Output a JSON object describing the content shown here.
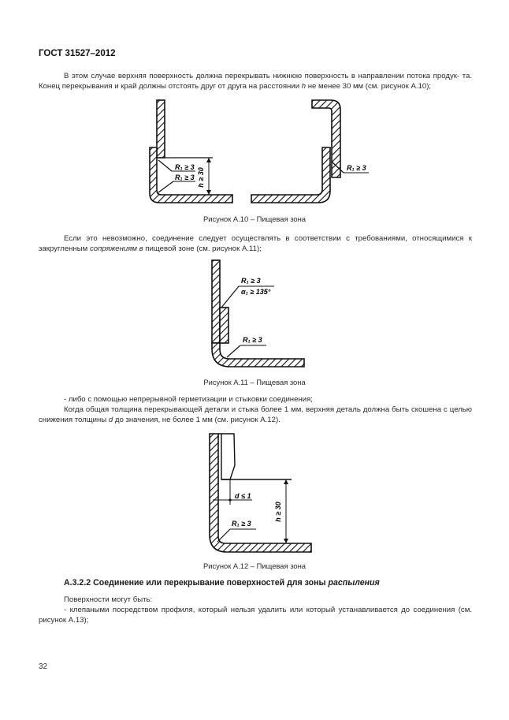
{
  "document": {
    "header": "ГОСТ 31527–2012",
    "page_number": "32"
  },
  "paragraphs": {
    "p1_line1": "В этом случае верхняя поверхность должна перекрывать нижнюю поверхность в направлении потока продук-",
    "p1_line2_a": "та. Конец перекрывания и край должны отстоять друг от друга на расстоянии ",
    "p1_line2_h": "h",
    "p1_line2_b": " не менее 30 мм (см. рисунок А.10);",
    "p2_a": "Если это невозможно, соединение следует осуществлять в соответствии с требованиями, относящимися к закругленным ",
    "p2_italic": "сопряжениям в",
    "p2_b": " пищевой зоне (см. рисунок А.11);",
    "p3": "- либо с помощью непрерывной герметизации и стыковки соединения;",
    "p4_a": "Когда общая толщина перекрывающей детали и стыка более 1 мм, верхняя деталь должна быть скошена с целью снижения толщины ",
    "p4_d": "d",
    "p4_b": " до значения, не более 1 мм (см. рисунок А.12).",
    "p5": "Поверхности могут быть:",
    "p6": "- клепаными посредством профиля, который нельзя удалить или  который устанавливается до соединения (см. рисунок А.13);"
  },
  "section": {
    "heading_a": "А.3.2.2 Соединение или перекрывание поверхностей для зоны ",
    "heading_italic": "распыления"
  },
  "figures": [
    {
      "id": "A.10",
      "caption": "Рисунок А.10 – Пищевая зона",
      "labels": {
        "r1_top": "R1 ≥ 3",
        "r1_bottom": "R1 ≥ 3",
        "h_dim": "h ≥ 30",
        "r1_right": "R1 ≥ 3"
      }
    },
    {
      "id": "A.11",
      "caption": "Рисунок А.11 – Пищевая зона",
      "labels": {
        "r1_top": "R1 ≥ 3",
        "alpha": "α1 ≥ 135°",
        "r1_bottom": "R1 ≥ 3"
      }
    },
    {
      "id": "A.12",
      "caption": "Рисунок А.12 – Пищевая зона",
      "labels": {
        "d_dim": "d ≤ 1",
        "r1": "R1 ≥ 3",
        "h_dim": "h ≥ 30"
      }
    }
  ]
}
